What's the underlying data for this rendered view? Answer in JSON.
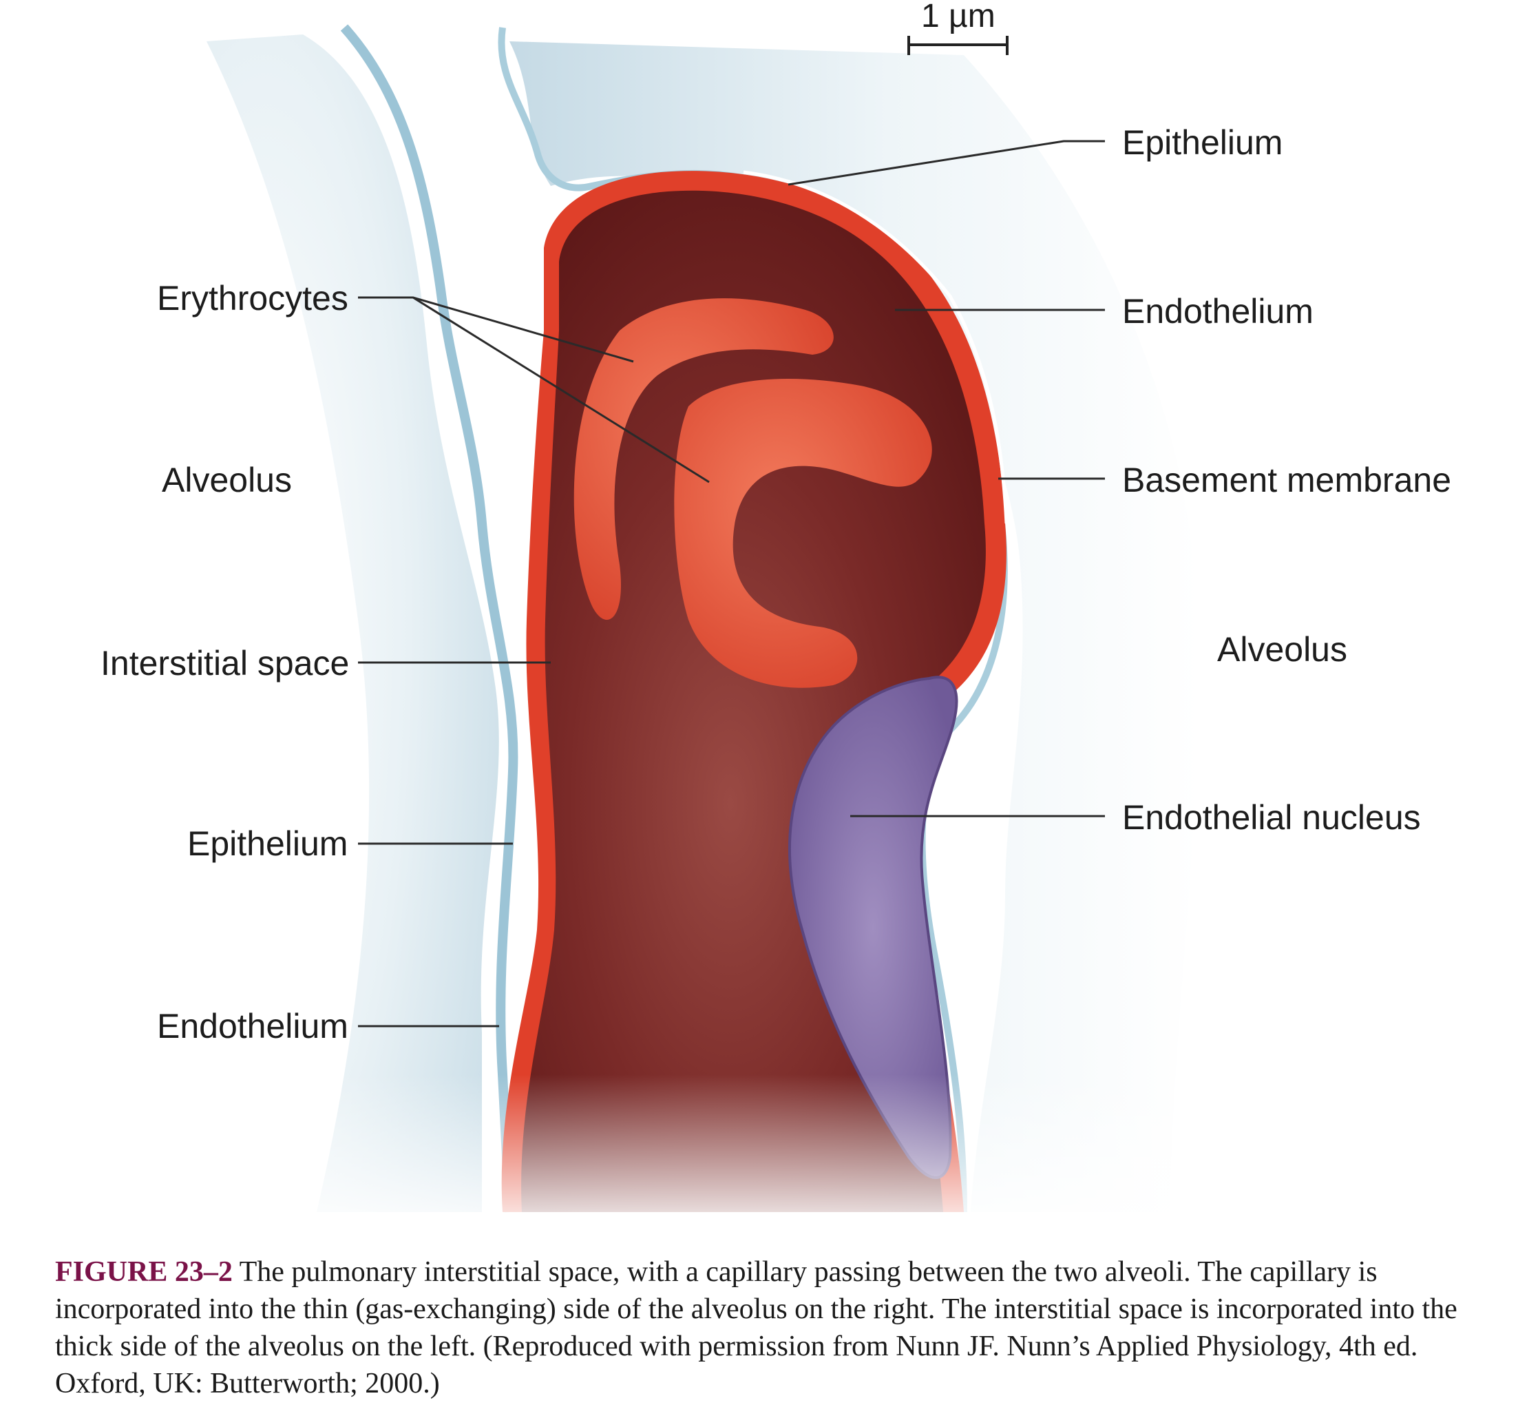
{
  "scale_bar": {
    "label": "1 µm"
  },
  "labels": {
    "epithelium_right": "Epithelium",
    "endothelium_right": "Endothelium",
    "basement_membrane": "Basement membrane",
    "alveolus_right": "Alveolus",
    "endothelial_nucleus": "Endothelial nucleus",
    "erythrocytes": "Erythrocytes",
    "alveolus_left": "Alveolus",
    "interstitial_space": "Interstitial space",
    "epithelium_left": "Epithelium",
    "endothelium_left": "Endothelium"
  },
  "caption": {
    "figure_number": "FIGURE 23–2",
    "text": " The pulmonary interstitial space, with a capillary passing between the two alveoli. The capillary is incorporated into the thin (gas-exchanging) side of the alveolus on the right. The interstitial space is incorporated into the thick side of the alveolus on the left. (Reproduced with permission from Nunn JF. Nunn’s Applied Physiology, 4th ed. Oxford, UK: Butterworth; 2000.)"
  },
  "colors": {
    "alveolus_tint": "#cfe1ea",
    "epithelium_line": "#9cc4d6",
    "capillary_wall": "#e0402a",
    "capillary_lumen": "#6e1f1f",
    "erythrocyte": "#e9553c",
    "nucleus": "#8a74ae",
    "caption_accent": "#7a1248"
  }
}
